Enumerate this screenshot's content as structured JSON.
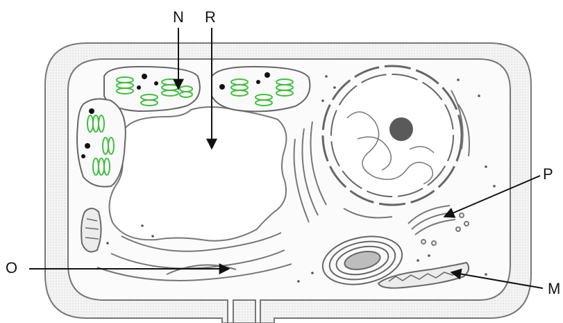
{
  "labels": {
    "n": "N",
    "r": "R",
    "p": "P",
    "o": "O",
    "m": "M"
  },
  "colors": {
    "chloroplast_green": "#3fbf3f",
    "outline": "#555555",
    "wall_fill": "#ececec",
    "nucleolus": "#5a5a5a"
  }
}
